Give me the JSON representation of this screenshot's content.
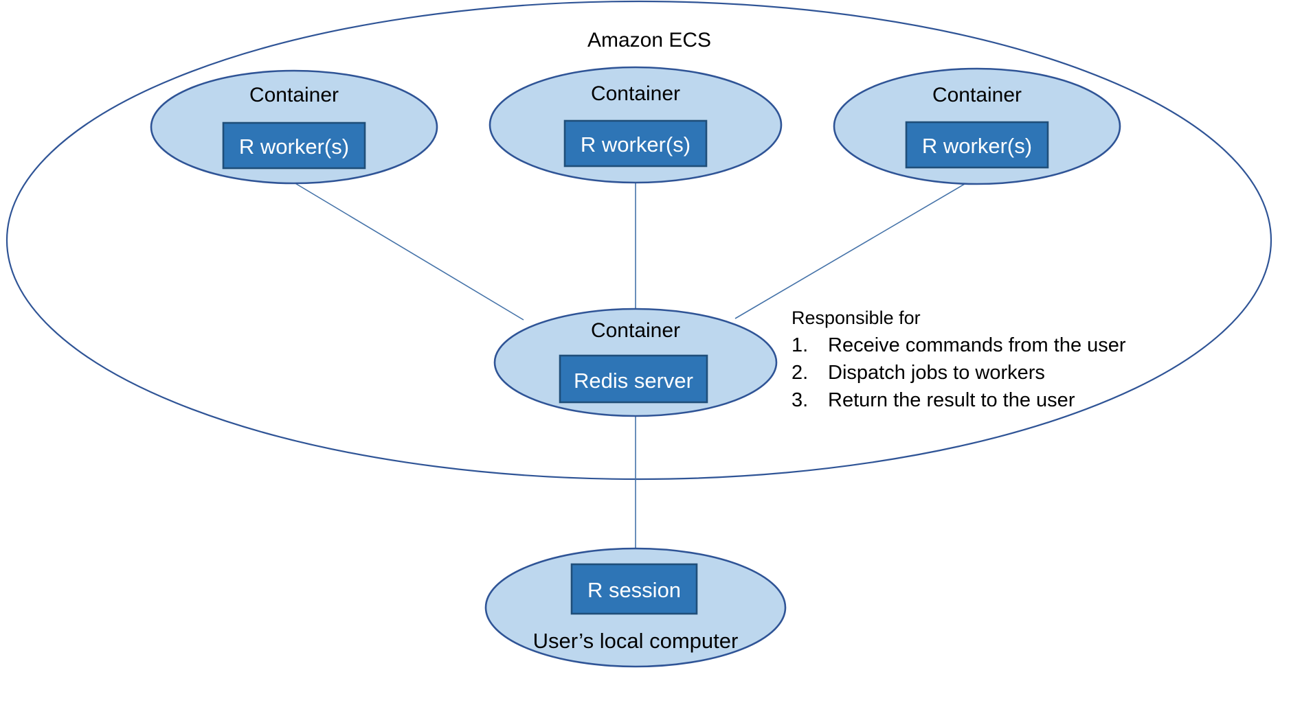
{
  "diagram": {
    "title": "Amazon ECS",
    "boundary_name": "Amazon ECS",
    "colors": {
      "ellipse_fill": "#bdd7ee",
      "ellipse_stroke": "#2f5496",
      "rect_fill": "#2e75b6",
      "rect_stroke": "#1f4e79",
      "connector": "#4472a8",
      "text": "#000000",
      "rect_text": "#ffffff",
      "background": "#ffffff"
    },
    "workers": [
      {
        "container_label": "Container",
        "rect_label": "R worker(s)"
      },
      {
        "container_label": "Container",
        "rect_label": "R worker(s)"
      },
      {
        "container_label": "Container",
        "rect_label": "R worker(s)"
      }
    ],
    "broker": {
      "container_label": "Container",
      "rect_label": "Redis server"
    },
    "client": {
      "rect_label": "R session",
      "caption": "User’s local computer"
    },
    "notes": {
      "heading": "Responsible for",
      "items": [
        {
          "number": "1.",
          "text": "Receive commands from the user"
        },
        {
          "number": "2.",
          "text": "Dispatch jobs to workers"
        },
        {
          "number": "3.",
          "text": "Return the result to the user"
        }
      ]
    }
  }
}
